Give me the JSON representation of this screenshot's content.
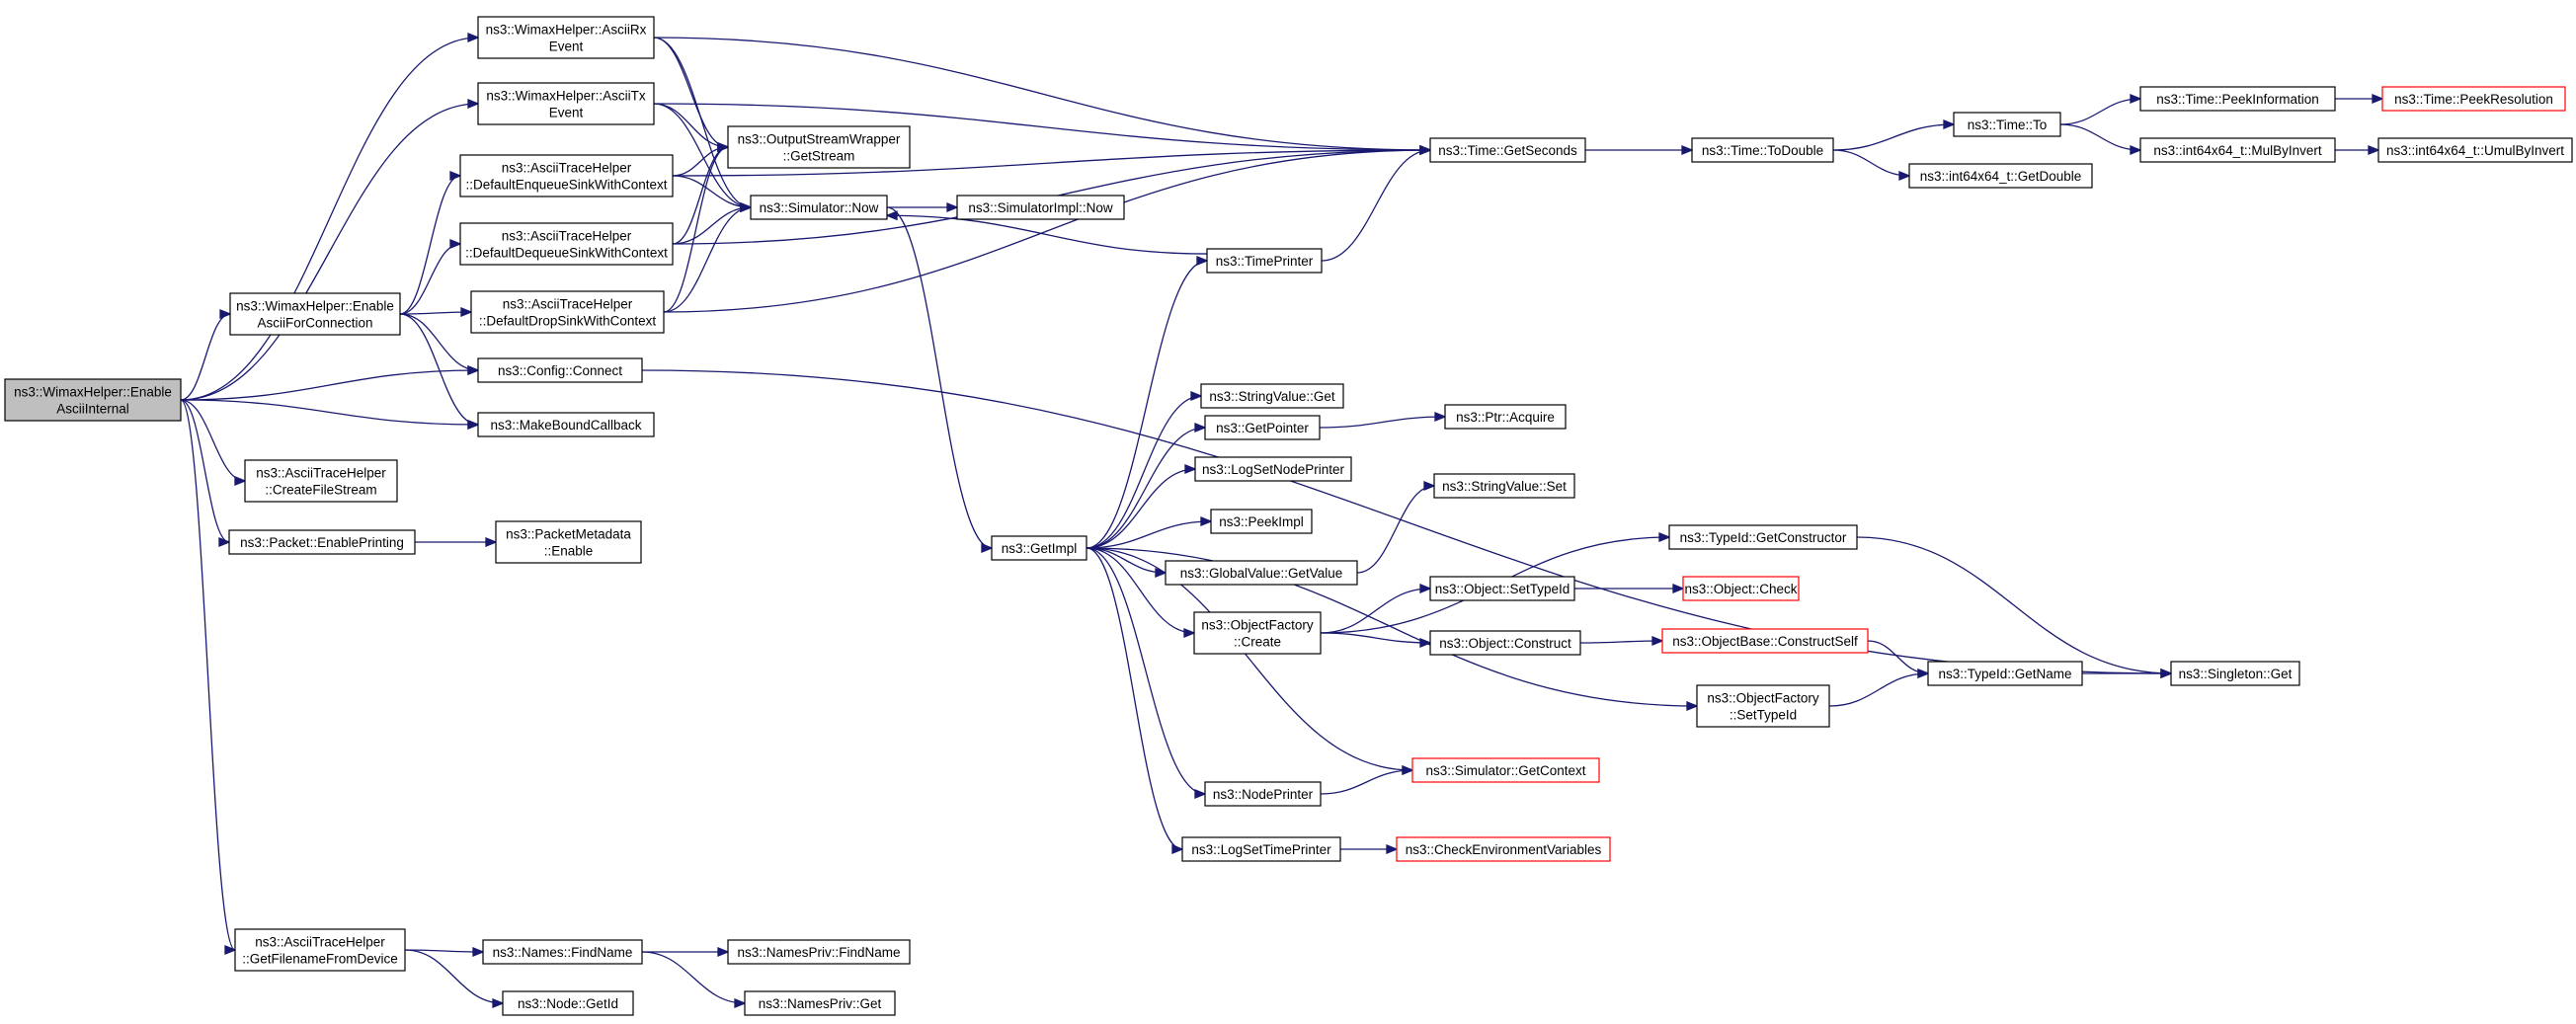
{
  "nodes": [
    {
      "id": "root",
      "lines": [
        "ns3::WimaxHelper::Enable",
        "AsciiInternal"
      ],
      "root": true
    },
    {
      "id": "asciiRx",
      "lines": [
        "ns3::WimaxHelper::AsciiRx",
        "Event"
      ]
    },
    {
      "id": "asciiTx",
      "lines": [
        "ns3::WimaxHelper::AsciiTx",
        "Event"
      ]
    },
    {
      "id": "enqSink",
      "lines": [
        "ns3::AsciiTraceHelper",
        "::DefaultEnqueueSinkWithContext"
      ]
    },
    {
      "id": "deqSink",
      "lines": [
        "ns3::AsciiTraceHelper",
        "::DefaultDequeueSinkWithContext"
      ]
    },
    {
      "id": "dropSink",
      "lines": [
        "ns3::AsciiTraceHelper",
        "::DefaultDropSinkWithContext"
      ]
    },
    {
      "id": "enableConn",
      "lines": [
        "ns3::WimaxHelper::Enable",
        "AsciiForConnection"
      ]
    },
    {
      "id": "configConnect",
      "lines": [
        "ns3::Config::Connect"
      ]
    },
    {
      "id": "makeBound",
      "lines": [
        "ns3::MakeBoundCallback"
      ]
    },
    {
      "id": "createFile",
      "lines": [
        "ns3::AsciiTraceHelper",
        "::CreateFileStream"
      ]
    },
    {
      "id": "packetEnable",
      "lines": [
        "ns3::Packet::EnablePrinting"
      ]
    },
    {
      "id": "pmEnable",
      "lines": [
        "ns3::PacketMetadata",
        "::Enable"
      ]
    },
    {
      "id": "getFilename",
      "lines": [
        "ns3::AsciiTraceHelper",
        "::GetFilenameFromDevice"
      ]
    },
    {
      "id": "findName",
      "lines": [
        "ns3::Names::FindName"
      ]
    },
    {
      "id": "nodeGetId",
      "lines": [
        "ns3::Node::GetId"
      ]
    },
    {
      "id": "npFindName",
      "lines": [
        "ns3::NamesPriv::FindName"
      ]
    },
    {
      "id": "npGet",
      "lines": [
        "ns3::NamesPriv::Get"
      ]
    },
    {
      "id": "osw",
      "lines": [
        "ns3::OutputStreamWrapper",
        "::GetStream"
      ]
    },
    {
      "id": "simNow",
      "lines": [
        "ns3::Simulator::Now"
      ]
    },
    {
      "id": "simImplNow",
      "lines": [
        "ns3::SimulatorImpl::Now"
      ]
    },
    {
      "id": "getImpl",
      "lines": [
        "ns3::GetImpl"
      ]
    },
    {
      "id": "timePrinter",
      "lines": [
        "ns3::TimePrinter"
      ]
    },
    {
      "id": "strGet",
      "lines": [
        "ns3::StringValue::Get"
      ]
    },
    {
      "id": "getPointer",
      "lines": [
        "ns3::GetPointer"
      ]
    },
    {
      "id": "ptrAcquire",
      "lines": [
        "ns3::Ptr::Acquire"
      ]
    },
    {
      "id": "logSetNode",
      "lines": [
        "ns3::LogSetNodePrinter"
      ]
    },
    {
      "id": "peekImpl",
      "lines": [
        "ns3::PeekImpl"
      ]
    },
    {
      "id": "gvGetValue",
      "lines": [
        "ns3::GlobalValue::GetValue"
      ]
    },
    {
      "id": "strSet",
      "lines": [
        "ns3::StringValue::Set"
      ]
    },
    {
      "id": "ofCreate",
      "lines": [
        "ns3::ObjectFactory",
        "::Create"
      ]
    },
    {
      "id": "setTypeId",
      "lines": [
        "ns3::Object::SetTypeId"
      ]
    },
    {
      "id": "objConstruct",
      "lines": [
        "ns3::Object::Construct"
      ]
    },
    {
      "id": "objCheck",
      "lines": [
        "ns3::Object::Check"
      ],
      "truncated": true
    },
    {
      "id": "constructSelf",
      "lines": [
        "ns3::ObjectBase::ConstructSelf"
      ],
      "truncated": true
    },
    {
      "id": "getConstructor",
      "lines": [
        "ns3::TypeId::GetConstructor"
      ]
    },
    {
      "id": "tidGetName",
      "lines": [
        "ns3::TypeId::GetName"
      ]
    },
    {
      "id": "singletonGet",
      "lines": [
        "ns3::Singleton::Get"
      ]
    },
    {
      "id": "ofSetTypeId",
      "lines": [
        "ns3::ObjectFactory",
        "::SetTypeId"
      ]
    },
    {
      "id": "simGetContext",
      "lines": [
        "ns3::Simulator::GetContext"
      ],
      "truncated": true
    },
    {
      "id": "nodePrinter",
      "lines": [
        "ns3::NodePrinter"
      ]
    },
    {
      "id": "logSetTime",
      "lines": [
        "ns3::LogSetTimePrinter"
      ]
    },
    {
      "id": "checkEnv",
      "lines": [
        "ns3::CheckEnvironmentVariables"
      ],
      "truncated": true
    },
    {
      "id": "getSeconds",
      "lines": [
        "ns3::Time::GetSeconds"
      ]
    },
    {
      "id": "toDouble",
      "lines": [
        "ns3::Time::ToDouble"
      ]
    },
    {
      "id": "timeTo",
      "lines": [
        "ns3::Time::To"
      ]
    },
    {
      "id": "int64GetDouble",
      "lines": [
        "ns3::int64x64_t::GetDouble"
      ]
    },
    {
      "id": "peekInfo",
      "lines": [
        "ns3::Time::PeekInformation"
      ]
    },
    {
      "id": "peekRes",
      "lines": [
        "ns3::Time::PeekResolution"
      ],
      "truncated": true
    },
    {
      "id": "mulByInvert",
      "lines": [
        "ns3::int64x64_t::MulByInvert"
      ]
    },
    {
      "id": "umulByInvert",
      "lines": [
        "ns3::int64x64_t::UmulByInvert"
      ]
    }
  ],
  "edges": [
    [
      "root",
      "asciiRx"
    ],
    [
      "root",
      "asciiTx"
    ],
    [
      "root",
      "enableConn"
    ],
    [
      "root",
      "configConnect"
    ],
    [
      "root",
      "makeBound"
    ],
    [
      "root",
      "createFile"
    ],
    [
      "root",
      "packetEnable"
    ],
    [
      "root",
      "getFilename"
    ],
    [
      "asciiRx",
      "osw"
    ],
    [
      "asciiRx",
      "simNow"
    ],
    [
      "asciiRx",
      "getSeconds"
    ],
    [
      "asciiTx",
      "osw"
    ],
    [
      "asciiTx",
      "simNow"
    ],
    [
      "asciiTx",
      "getSeconds"
    ],
    [
      "enableConn",
      "enqSink"
    ],
    [
      "enableConn",
      "deqSink"
    ],
    [
      "enableConn",
      "dropSink"
    ],
    [
      "enableConn",
      "configConnect"
    ],
    [
      "enableConn",
      "makeBound"
    ],
    [
      "enqSink",
      "osw"
    ],
    [
      "enqSink",
      "simNow"
    ],
    [
      "enqSink",
      "getSeconds"
    ],
    [
      "deqSink",
      "osw"
    ],
    [
      "deqSink",
      "simNow"
    ],
    [
      "deqSink",
      "getSeconds"
    ],
    [
      "dropSink",
      "osw"
    ],
    [
      "dropSink",
      "simNow"
    ],
    [
      "dropSink",
      "getSeconds"
    ],
    [
      "configConnect",
      "singletonGet"
    ],
    [
      "packetEnable",
      "pmEnable"
    ],
    [
      "getFilename",
      "findName"
    ],
    [
      "getFilename",
      "nodeGetId"
    ],
    [
      "findName",
      "npFindName"
    ],
    [
      "findName",
      "npGet"
    ],
    [
      "simNow",
      "simImplNow"
    ],
    [
      "simNow",
      "getImpl"
    ],
    [
      "timePrinter",
      "simNow"
    ],
    [
      "timePrinter",
      "getSeconds"
    ],
    [
      "getImpl",
      "timePrinter"
    ],
    [
      "getImpl",
      "strGet"
    ],
    [
      "getImpl",
      "getPointer"
    ],
    [
      "getImpl",
      "logSetNode"
    ],
    [
      "getImpl",
      "peekImpl"
    ],
    [
      "getImpl",
      "gvGetValue"
    ],
    [
      "getImpl",
      "ofCreate"
    ],
    [
      "getImpl",
      "ofSetTypeId"
    ],
    [
      "getImpl",
      "simGetContext"
    ],
    [
      "getImpl",
      "nodePrinter"
    ],
    [
      "getImpl",
      "logSetTime"
    ],
    [
      "getPointer",
      "ptrAcquire"
    ],
    [
      "gvGetValue",
      "strSet"
    ],
    [
      "ofCreate",
      "setTypeId"
    ],
    [
      "ofCreate",
      "objConstruct"
    ],
    [
      "ofCreate",
      "getConstructor"
    ],
    [
      "setTypeId",
      "objCheck"
    ],
    [
      "objConstruct",
      "constructSelf"
    ],
    [
      "constructSelf",
      "tidGetName"
    ],
    [
      "getConstructor",
      "singletonGet"
    ],
    [
      "tidGetName",
      "singletonGet"
    ],
    [
      "ofSetTypeId",
      "tidGetName"
    ],
    [
      "nodePrinter",
      "simGetContext"
    ],
    [
      "logSetTime",
      "checkEnv"
    ],
    [
      "getSeconds",
      "toDouble"
    ],
    [
      "toDouble",
      "timeTo"
    ],
    [
      "toDouble",
      "int64GetDouble"
    ],
    [
      "timeTo",
      "peekInfo"
    ],
    [
      "timeTo",
      "mulByInvert"
    ],
    [
      "peekInfo",
      "peekRes"
    ],
    [
      "mulByInvert",
      "umulByInvert"
    ]
  ]
}
